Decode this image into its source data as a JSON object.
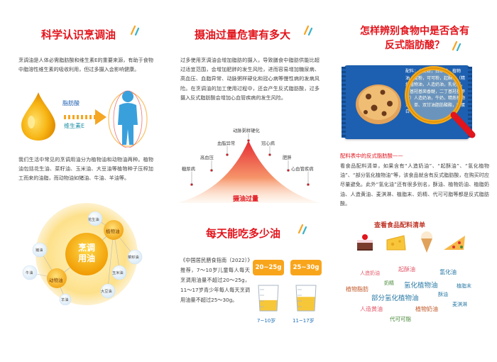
{
  "col1": {
    "title": "科学认识烹调油",
    "intro": "烹调油是人体必需脂肪酸和维生素E的重要来源，有助于食物中脂溶性维生素的吸收利用，但过多摄入会影响健康。",
    "label_fatty_acid": "脂肪酸",
    "label_vitamin_e": "维生素E",
    "types_text": "我们生活中常见的烹调用油分为植物油和动物油两种。植物油包括花生油、菜籽油、玉米油、大豆油等植物种子压榨加工而来的油脂，而动物油如猪油、牛油、羊油等。",
    "diagram": {
      "center": "烹调\n用油",
      "plant": "植物油",
      "animal": "动物油",
      "plant_oils": [
        "花生油",
        "菜籽油",
        "玉米油",
        "大豆油"
      ],
      "animal_oils": [
        "猪油",
        "牛油",
        "羊油"
      ]
    }
  },
  "col2": {
    "title": "摄油过量危害有多大",
    "text": "过多使用烹调油会增加脂肪的摄入，导致膳食中脂肪供能比超过适宜范围，会增加肥胖的发生风险，进而容易增加糖尿病、高血压、血脂异常、动脉粥样硬化和冠心病等慢性病的发病风险。在烹调油的加工使用过程中，还会产生反式脂肪酸，过多摄入反式脂肪酸会增加心血管疾病的发生风险。",
    "risks": [
      "动脉粥样硬化",
      "血脂异常",
      "冠心病",
      "高血压",
      "肥胖",
      "糖尿病",
      "心血管疾病"
    ],
    "base_label": "摄油过量",
    "title2": "每天能吃多少油",
    "guide_text": "《中国居民膳食指南（2022）》推荐，7～10岁儿童每人每天烹调用油量不超过20～25g，11～17岁青少年每人每天烹调用油量不超过25～30g。",
    "cup1": {
      "amount": "20~25g",
      "age": "7~10岁",
      "fill": 0.42
    },
    "cup2": {
      "amount": "25~30g",
      "age": "11~17岁",
      "fill": 0.55
    }
  },
  "col3": {
    "title_line1": "怎样辨别食物中是否含有",
    "title_line2": "反式脂肪酸？",
    "pack_text": "配料：小麦粉，白砂糖，植物油，淀粉，可可粉，起酥油（精炼植物油，人造奶油，乳化剂，丁基羟基茴香醚，二丁基羟基甲苯）人造奶油，牛奶，精炼植物油，单、双甘油脂肪酸酯，酪蛋白",
    "note_title": "配料表中的反式脂肪酸——",
    "note_text": "看食品配料清单，如果含有“人造奶油”、“起酥油”、“氢化植物油”、“部分氢化植物油”等，该食品就含有反式脂肪酸，在购买时应尽量避免。此外“氢化油”还有很多别名，酥油、植物奶油、植脂奶油、人造黄油、麦淇淋、植脂末、奶精、代可可脂等都是反式脂肪酸。",
    "list_title": "查看食品配料清单",
    "tags": [
      {
        "t": "人造奶油",
        "c": "#e35a6a"
      },
      {
        "t": "起酥油",
        "c": "#e35a6a"
      },
      {
        "t": "氢化油",
        "c": "#2a7aa5"
      },
      {
        "t": "奶精",
        "c": "#4a8a3a"
      },
      {
        "t": "氢化植物油",
        "c": "#2a7aa5"
      },
      {
        "t": "植脂末",
        "c": "#2a7aa5"
      },
      {
        "t": "植物脂肪",
        "c": "#c25a2a"
      },
      {
        "t": "酥油",
        "c": "#2a7aa5"
      },
      {
        "t": "部分氢化植物油",
        "c": "#2a7aa5"
      },
      {
        "t": "麦淇淋",
        "c": "#2a7aa5"
      },
      {
        "t": "人造黄油",
        "c": "#e35a6a"
      },
      {
        "t": "植物奶油",
        "c": "#c25a2a"
      },
      {
        "t": "代可可脂",
        "c": "#4a8a3a"
      }
    ]
  },
  "colors": {
    "title": "#e2141c",
    "accent": "#f5a623",
    "blue": "#1d5fb0"
  }
}
